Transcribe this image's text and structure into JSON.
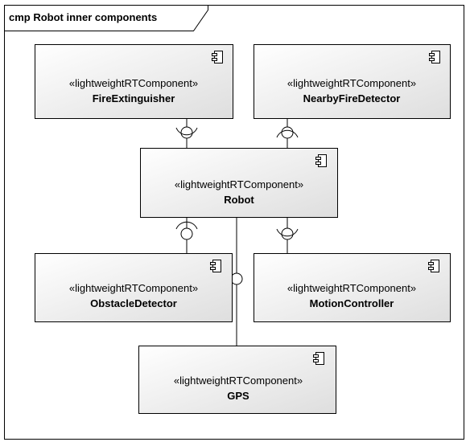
{
  "diagram": {
    "frame_title": "cmp Robot inner components",
    "components": [
      {
        "id": "fire-extinguisher",
        "stereotype": "«lightweightRTComponent»",
        "name": "FireExtinguisher"
      },
      {
        "id": "nearby-fire-detector",
        "stereotype": "«lightweightRTComponent»",
        "name": "NearbyFireDetector"
      },
      {
        "id": "robot",
        "stereotype": "«lightweightRTComponent»",
        "name": "Robot"
      },
      {
        "id": "obstacle-detector",
        "stereotype": "«lightweightRTComponent»",
        "name": "ObstacleDetector"
      },
      {
        "id": "motion-controller",
        "stereotype": "«lightweightRTComponent»",
        "name": "MotionController"
      },
      {
        "id": "gps",
        "stereotype": "«lightweightRTComponent»",
        "name": "GPS"
      }
    ]
  }
}
